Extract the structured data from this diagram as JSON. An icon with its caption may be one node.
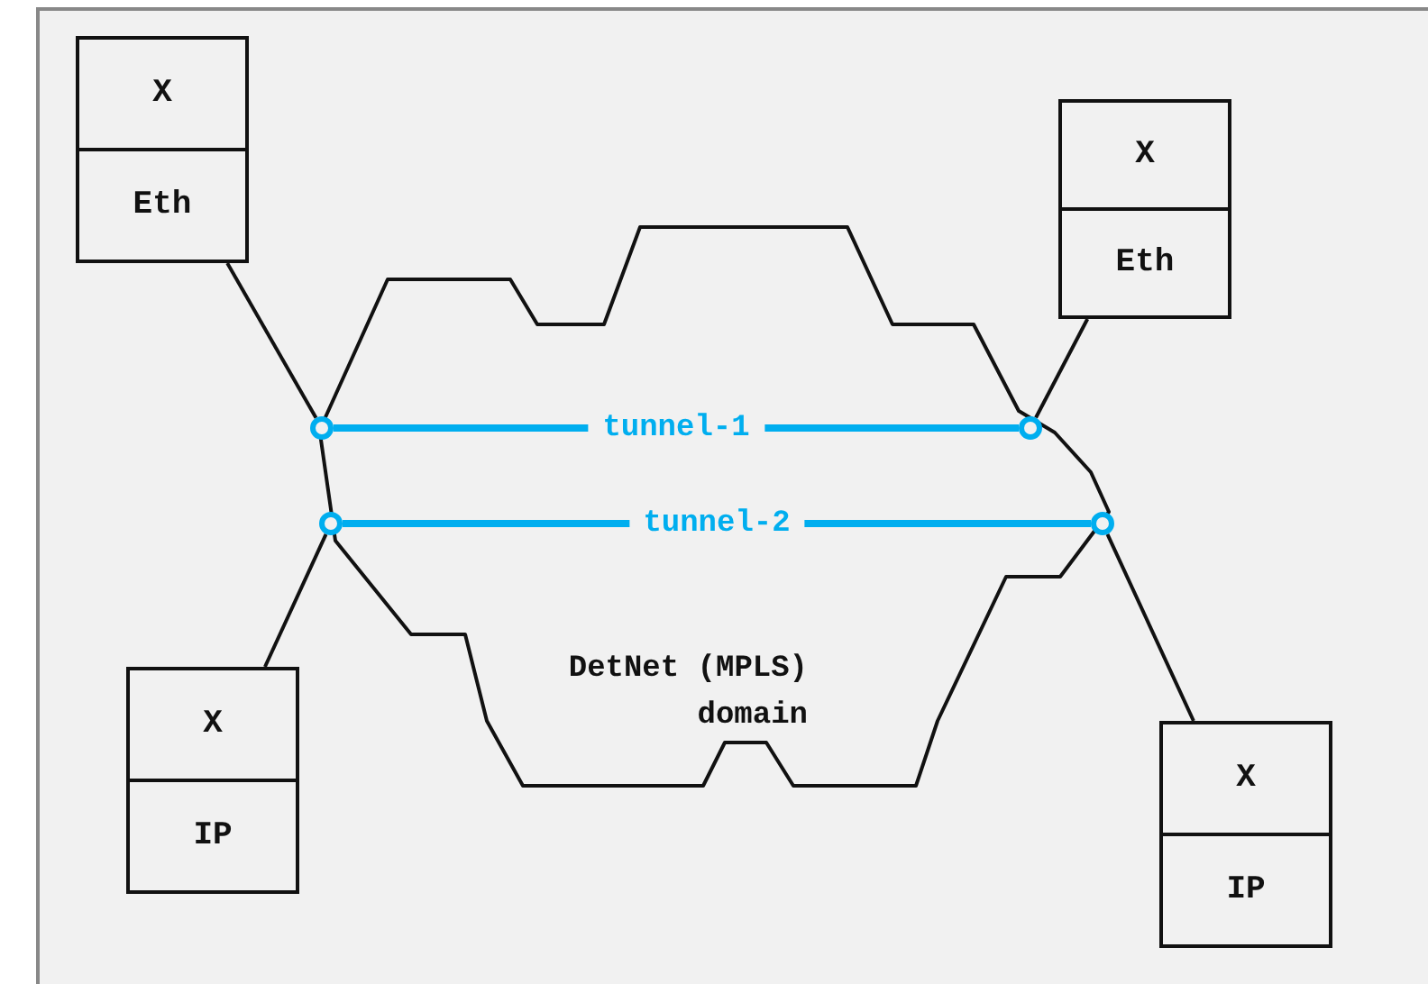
{
  "diagram": {
    "nodes": [
      {
        "text": [
          "X",
          "Eth"
        ]
      },
      {
        "text": [
          "X",
          "Eth"
        ]
      },
      {
        "text": [
          "X",
          "IP"
        ]
      },
      {
        "text": [
          "X",
          "IP"
        ]
      },
      {
        "text": [
          "DetNet (MPLS) domain"
        ]
      },
      {
        "text": [],
        "shape": "circle",
        "in": 4
      },
      {
        "text": [],
        "shape": "circle",
        "in": 4
      },
      {
        "text": [],
        "shape": "circle",
        "in": 4
      },
      {
        "text": [],
        "shape": "circle",
        "in": 4
      }
    ],
    "edges": [
      {
        "from": 5,
        "to": 6,
        "arrow": "none",
        "label": "tunnel-1",
        "style": "thick",
        "color": "#00aeef"
      },
      {
        "from": 7,
        "to": 8,
        "arrow": "none",
        "label": "tunnel-2",
        "style": "thick",
        "color": "#00aeef"
      },
      {
        "from": 0,
        "to": 5,
        "arrow": "none"
      },
      {
        "from": 1,
        "to": 6,
        "arrow": "none"
      },
      {
        "from": 2,
        "to": 7,
        "arrow": "none"
      },
      {
        "from": 3,
        "to": 8,
        "arrow": "none"
      }
    ]
  }
}
